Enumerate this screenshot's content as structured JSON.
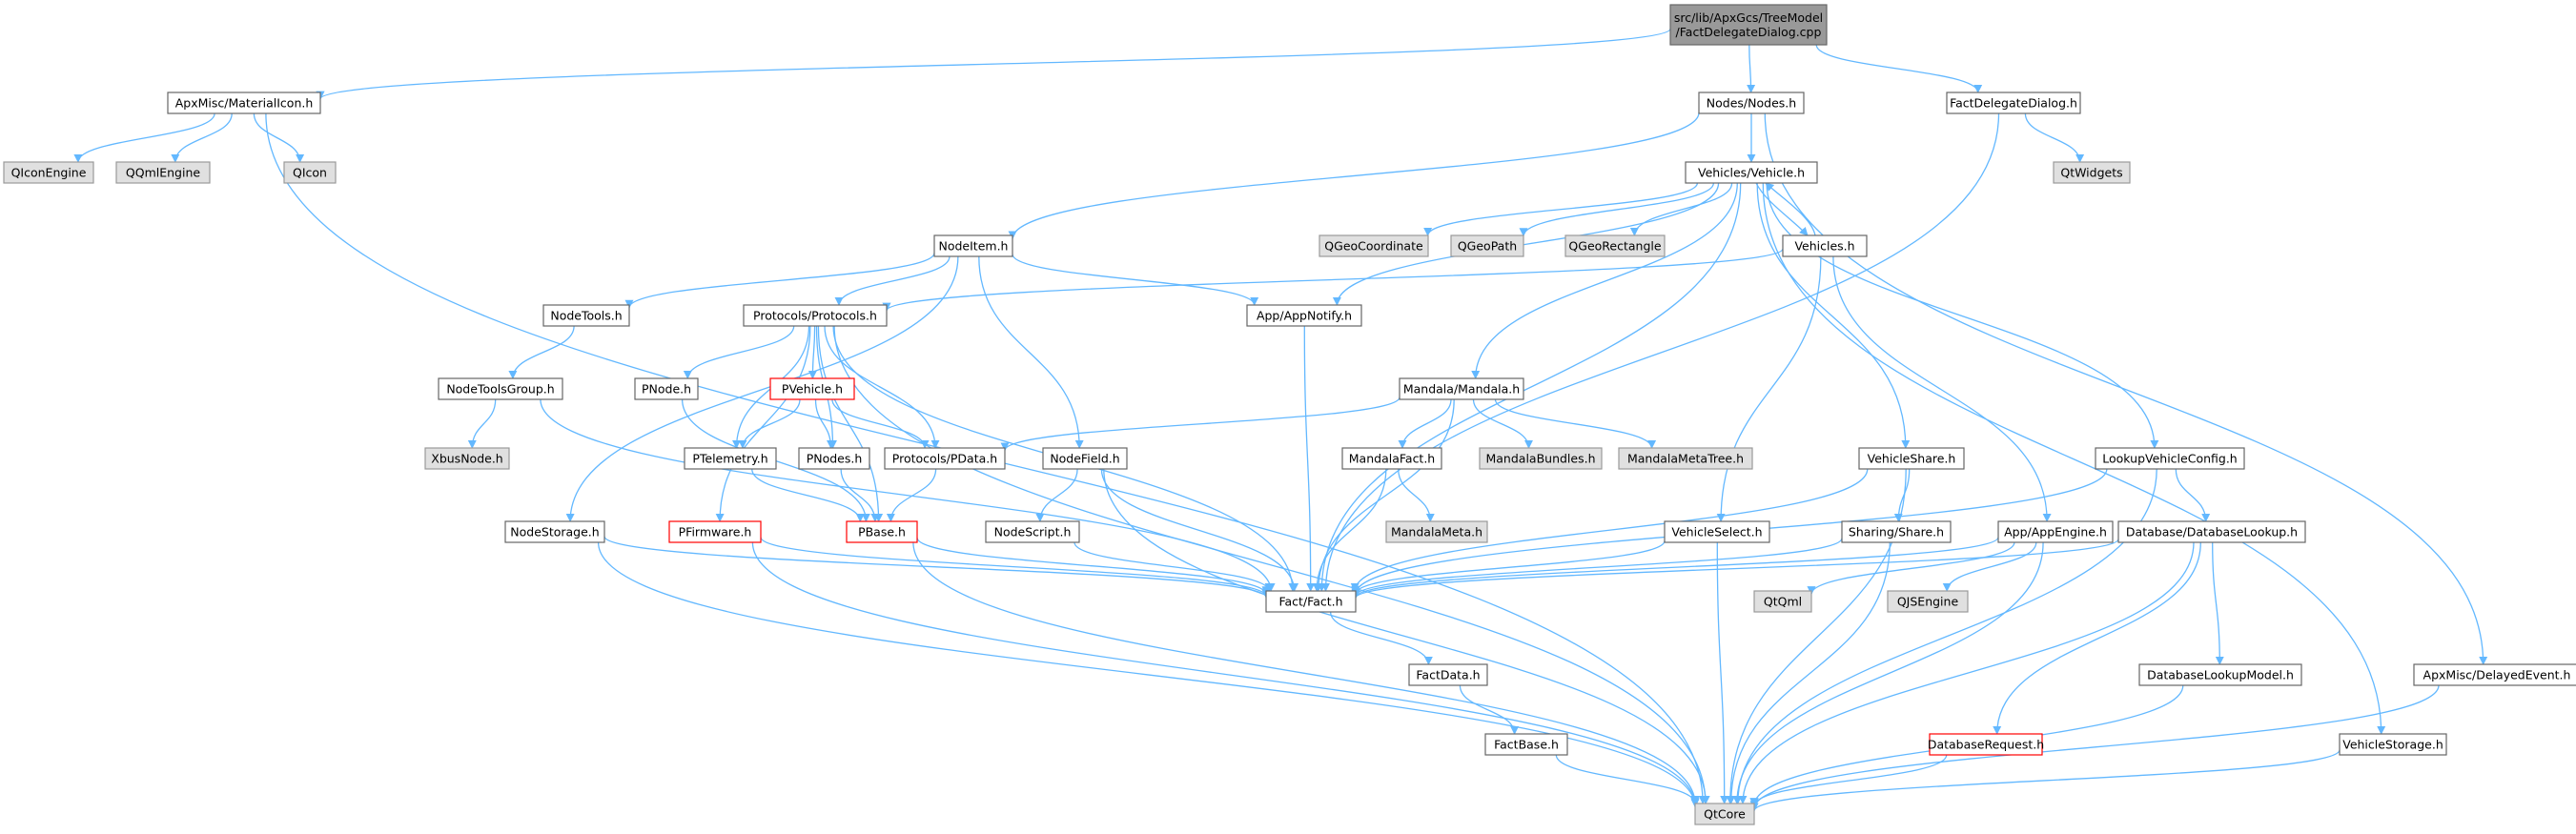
{
  "colors": {
    "root_fill": "#999999",
    "external_fill": "#e0e0e0",
    "external_stroke": "#999999",
    "internal_fill": "#ffffff",
    "internal_stroke": "#666666",
    "truncated_stroke": "#ff0000",
    "edge": "#63b8ff"
  },
  "nodes": [
    {
      "id": "root",
      "lines": [
        "src/lib/ApxGcs/TreeModel",
        "/FactDelegateDialog.cpp"
      ],
      "kind": "root"
    },
    {
      "id": "materialicon",
      "lines": [
        "ApxMisc/MaterialIcon.h"
      ],
      "kind": "internal"
    },
    {
      "id": "nodes_h",
      "lines": [
        "Nodes/Nodes.h"
      ],
      "kind": "internal"
    },
    {
      "id": "factdelegatedialog_h",
      "lines": [
        "FactDelegateDialog.h"
      ],
      "kind": "internal"
    },
    {
      "id": "qiconengine",
      "lines": [
        "QIconEngine"
      ],
      "kind": "external"
    },
    {
      "id": "qqmlengine",
      "lines": [
        "QQmlEngine"
      ],
      "kind": "external"
    },
    {
      "id": "qicon",
      "lines": [
        "QIcon"
      ],
      "kind": "external"
    },
    {
      "id": "qtwidgets",
      "lines": [
        "QtWidgets"
      ],
      "kind": "external"
    },
    {
      "id": "vehicle_h",
      "lines": [
        "Vehicles/Vehicle.h"
      ],
      "kind": "internal"
    },
    {
      "id": "nodeitem_h",
      "lines": [
        "NodeItem.h"
      ],
      "kind": "internal"
    },
    {
      "id": "qgeocoordinate",
      "lines": [
        "QGeoCoordinate"
      ],
      "kind": "external"
    },
    {
      "id": "qgeopath",
      "lines": [
        "QGeoPath"
      ],
      "kind": "external"
    },
    {
      "id": "qgeorectangle",
      "lines": [
        "QGeoRectangle"
      ],
      "kind": "external"
    },
    {
      "id": "vehicles_h",
      "lines": [
        "Vehicles.h"
      ],
      "kind": "internal"
    },
    {
      "id": "nodetools_h",
      "lines": [
        "NodeTools.h"
      ],
      "kind": "internal"
    },
    {
      "id": "protocols_h",
      "lines": [
        "Protocols/Protocols.h"
      ],
      "kind": "internal"
    },
    {
      "id": "appnotify_h",
      "lines": [
        "App/AppNotify.h"
      ],
      "kind": "internal"
    },
    {
      "id": "nodetoolsgroup_h",
      "lines": [
        "NodeToolsGroup.h"
      ],
      "kind": "internal"
    },
    {
      "id": "pnode_h",
      "lines": [
        "PNode.h"
      ],
      "kind": "internal"
    },
    {
      "id": "pvehicle_h",
      "lines": [
        "PVehicle.h"
      ],
      "kind": "truncated"
    },
    {
      "id": "mandala_h",
      "lines": [
        "Mandala/Mandala.h"
      ],
      "kind": "internal"
    },
    {
      "id": "xbusnode_h",
      "lines": [
        "XbusNode.h"
      ],
      "kind": "external"
    },
    {
      "id": "ptelemetry_h",
      "lines": [
        "PTelemetry.h"
      ],
      "kind": "internal"
    },
    {
      "id": "pnodes_h",
      "lines": [
        "PNodes.h"
      ],
      "kind": "internal"
    },
    {
      "id": "pdata_h",
      "lines": [
        "Protocols/PData.h"
      ],
      "kind": "internal"
    },
    {
      "id": "nodefield_h",
      "lines": [
        "NodeField.h"
      ],
      "kind": "internal"
    },
    {
      "id": "mandalafact_h",
      "lines": [
        "MandalaFact.h"
      ],
      "kind": "internal"
    },
    {
      "id": "mandalabundles_h",
      "lines": [
        "MandalaBundles.h"
      ],
      "kind": "external"
    },
    {
      "id": "mandalametatree_h",
      "lines": [
        "MandalaMetaTree.h"
      ],
      "kind": "external"
    },
    {
      "id": "vehicleshare_h",
      "lines": [
        "VehicleShare.h"
      ],
      "kind": "internal"
    },
    {
      "id": "lookupvehicleconfig_h",
      "lines": [
        "LookupVehicleConfig.h"
      ],
      "kind": "internal"
    },
    {
      "id": "nodestorage_h",
      "lines": [
        "NodeStorage.h"
      ],
      "kind": "internal"
    },
    {
      "id": "pfirmware_h",
      "lines": [
        "PFirmware.h"
      ],
      "kind": "truncated"
    },
    {
      "id": "pbase_h",
      "lines": [
        "PBase.h"
      ],
      "kind": "truncated"
    },
    {
      "id": "nodescript_h",
      "lines": [
        "NodeScript.h"
      ],
      "kind": "internal"
    },
    {
      "id": "mandalameta_h",
      "lines": [
        "MandalaMeta.h"
      ],
      "kind": "external"
    },
    {
      "id": "vehicleselect_h",
      "lines": [
        "VehicleSelect.h"
      ],
      "kind": "internal"
    },
    {
      "id": "sharing_h",
      "lines": [
        "Sharing/Share.h"
      ],
      "kind": "internal"
    },
    {
      "id": "appengine_h",
      "lines": [
        "App/AppEngine.h"
      ],
      "kind": "internal"
    },
    {
      "id": "databaselookup_h",
      "lines": [
        "Database/DatabaseLookup.h"
      ],
      "kind": "internal"
    },
    {
      "id": "fact_h",
      "lines": [
        "Fact/Fact.h"
      ],
      "kind": "internal"
    },
    {
      "id": "qtqml",
      "lines": [
        "QtQml"
      ],
      "kind": "external"
    },
    {
      "id": "qjsengine",
      "lines": [
        "QJSEngine"
      ],
      "kind": "external"
    },
    {
      "id": "factdata_h",
      "lines": [
        "FactData.h"
      ],
      "kind": "internal"
    },
    {
      "id": "databaselookupmodel_h",
      "lines": [
        "DatabaseLookupModel.h"
      ],
      "kind": "internal"
    },
    {
      "id": "delayedevent_h",
      "lines": [
        "ApxMisc/DelayedEvent.h"
      ],
      "kind": "internal"
    },
    {
      "id": "factbase_h",
      "lines": [
        "FactBase.h"
      ],
      "kind": "internal"
    },
    {
      "id": "databaserequest_h",
      "lines": [
        "DatabaseRequest.h"
      ],
      "kind": "truncated"
    },
    {
      "id": "vehiclestorage_h",
      "lines": [
        "VehicleStorage.h"
      ],
      "kind": "internal"
    },
    {
      "id": "qtcore",
      "lines": [
        "QtCore"
      ],
      "kind": "external"
    }
  ],
  "edges": [
    {
      "from": "root",
      "to": "materialicon"
    },
    {
      "from": "root",
      "to": "nodes_h"
    },
    {
      "from": "root",
      "to": "factdelegatedialog_h"
    },
    {
      "from": "materialicon",
      "to": "qiconengine"
    },
    {
      "from": "materialicon",
      "to": "qqmlengine"
    },
    {
      "from": "materialicon",
      "to": "qicon"
    },
    {
      "from": "materialicon",
      "to": "qtcore"
    },
    {
      "from": "nodes_h",
      "to": "vehicle_h"
    },
    {
      "from": "nodes_h",
      "to": "nodeitem_h"
    },
    {
      "from": "nodes_h",
      "to": "delayedevent_h"
    },
    {
      "from": "factdelegatedialog_h",
      "to": "qtwidgets"
    },
    {
      "from": "factdelegatedialog_h",
      "to": "fact_h"
    },
    {
      "from": "vehicle_h",
      "to": "qgeocoordinate"
    },
    {
      "from": "vehicle_h",
      "to": "qgeopath"
    },
    {
      "from": "vehicle_h",
      "to": "qgeorectangle"
    },
    {
      "from": "vehicle_h",
      "to": "vehicles_h"
    },
    {
      "from": "vehicles_h",
      "to": "vehicle_h"
    },
    {
      "from": "vehicle_h",
      "to": "appnotify_h"
    },
    {
      "from": "vehicle_h",
      "to": "mandala_h"
    },
    {
      "from": "vehicle_h",
      "to": "vehicleshare_h"
    },
    {
      "from": "vehicle_h",
      "to": "lookupvehicleconfig_h"
    },
    {
      "from": "vehicle_h",
      "to": "vehiclestorage_h"
    },
    {
      "from": "vehicle_h",
      "to": "fact_h"
    },
    {
      "from": "vehicles_h",
      "to": "protocols_h"
    },
    {
      "from": "vehicles_h",
      "to": "vehicleselect_h"
    },
    {
      "from": "vehicles_h",
      "to": "appengine_h"
    },
    {
      "from": "nodeitem_h",
      "to": "nodetools_h"
    },
    {
      "from": "nodeitem_h",
      "to": "protocols_h"
    },
    {
      "from": "nodeitem_h",
      "to": "appnotify_h"
    },
    {
      "from": "nodeitem_h",
      "to": "nodefield_h"
    },
    {
      "from": "nodeitem_h",
      "to": "nodestorage_h"
    },
    {
      "from": "nodetools_h",
      "to": "nodetoolsgroup_h"
    },
    {
      "from": "nodetoolsgroup_h",
      "to": "xbusnode_h"
    },
    {
      "from": "nodetoolsgroup_h",
      "to": "fact_h"
    },
    {
      "from": "protocols_h",
      "to": "pnode_h"
    },
    {
      "from": "protocols_h",
      "to": "pvehicle_h"
    },
    {
      "from": "protocols_h",
      "to": "ptelemetry_h"
    },
    {
      "from": "protocols_h",
      "to": "pnodes_h"
    },
    {
      "from": "protocols_h",
      "to": "pdata_h"
    },
    {
      "from": "protocols_h",
      "to": "pfirmware_h"
    },
    {
      "from": "protocols_h",
      "to": "pbase_h"
    },
    {
      "from": "protocols_h",
      "to": "fact_h"
    },
    {
      "from": "protocols_h",
      "to": "qtcore"
    },
    {
      "from": "pnode_h",
      "to": "pbase_h"
    },
    {
      "from": "pvehicle_h",
      "to": "ptelemetry_h"
    },
    {
      "from": "pvehicle_h",
      "to": "pnodes_h"
    },
    {
      "from": "pvehicle_h",
      "to": "pdata_h"
    },
    {
      "from": "ptelemetry_h",
      "to": "pbase_h"
    },
    {
      "from": "pnodes_h",
      "to": "pbase_h"
    },
    {
      "from": "pdata_h",
      "to": "pbase_h"
    },
    {
      "from": "pfirmware_h",
      "to": "fact_h"
    },
    {
      "from": "pfirmware_h",
      "to": "qtcore"
    },
    {
      "from": "pbase_h",
      "to": "fact_h"
    },
    {
      "from": "pbase_h",
      "to": "qtcore"
    },
    {
      "from": "appnotify_h",
      "to": "fact_h"
    },
    {
      "from": "mandala_h",
      "to": "pdata_h"
    },
    {
      "from": "mandala_h",
      "to": "mandalafact_h"
    },
    {
      "from": "mandala_h",
      "to": "mandalabundles_h"
    },
    {
      "from": "mandala_h",
      "to": "mandalametatree_h"
    },
    {
      "from": "mandala_h",
      "to": "fact_h"
    },
    {
      "from": "mandalafact_h",
      "to": "mandalameta_h"
    },
    {
      "from": "mandalafact_h",
      "to": "fact_h"
    },
    {
      "from": "nodefield_h",
      "to": "nodescript_h"
    },
    {
      "from": "nodefield_h",
      "to": "fact_h"
    },
    {
      "from": "nodefield_h",
      "to": "qtcore"
    },
    {
      "from": "nodestorage_h",
      "to": "fact_h"
    },
    {
      "from": "nodestorage_h",
      "to": "qtcore"
    },
    {
      "from": "nodescript_h",
      "to": "fact_h"
    },
    {
      "from": "vehicleshare_h",
      "to": "sharing_h"
    },
    {
      "from": "vehicleshare_h",
      "to": "fact_h"
    },
    {
      "from": "vehicleshare_h",
      "to": "qtcore"
    },
    {
      "from": "sharing_h",
      "to": "fact_h"
    },
    {
      "from": "sharing_h",
      "to": "qtcore"
    },
    {
      "from": "lookupvehicleconfig_h",
      "to": "databaselookup_h"
    },
    {
      "from": "lookupvehicleconfig_h",
      "to": "fact_h"
    },
    {
      "from": "lookupvehicleconfig_h",
      "to": "qtcore"
    },
    {
      "from": "databaselookup_h",
      "to": "databaserequest_h"
    },
    {
      "from": "databaselookup_h",
      "to": "databaselookupmodel_h"
    },
    {
      "from": "databaselookup_h",
      "to": "fact_h"
    },
    {
      "from": "databaselookup_h",
      "to": "qtcore"
    },
    {
      "from": "databaserequest_h",
      "to": "qtcore"
    },
    {
      "from": "databaselookupmodel_h",
      "to": "qtcore"
    },
    {
      "from": "vehicleselect_h",
      "to": "fact_h"
    },
    {
      "from": "vehicleselect_h",
      "to": "qtcore"
    },
    {
      "from": "appengine_h",
      "to": "qtqml"
    },
    {
      "from": "appengine_h",
      "to": "qjsengine"
    },
    {
      "from": "appengine_h",
      "to": "fact_h"
    },
    {
      "from": "appengine_h",
      "to": "qtcore"
    },
    {
      "from": "fact_h",
      "to": "factdata_h"
    },
    {
      "from": "factdata_h",
      "to": "factbase_h"
    },
    {
      "from": "factbase_h",
      "to": "qtcore"
    },
    {
      "from": "vehiclestorage_h",
      "to": "qtcore"
    },
    {
      "from": "delayedevent_h",
      "to": "qtcore"
    }
  ]
}
